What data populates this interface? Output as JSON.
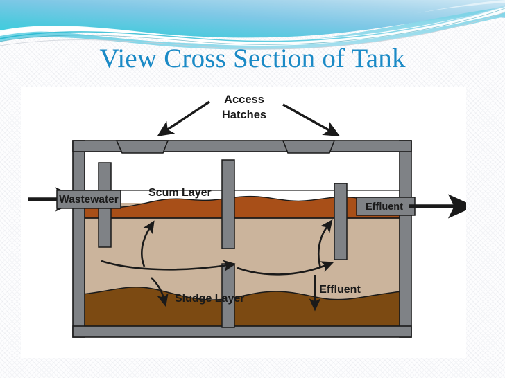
{
  "slide": {
    "title": "View Cross Section of Tank",
    "title_color": "#1b8ac6",
    "background_color": "#fdfdfe",
    "header": {
      "wave_colors": {
        "cyan": "#2ec6d8",
        "sky": "#8fd2e8",
        "pale_blue": "#b8dff0",
        "teal_line": "#1a8ba0",
        "white": "#ffffff"
      }
    }
  },
  "diagram": {
    "name": "septic-tank-cross-section",
    "background_color": "#ffffff",
    "colors": {
      "tank_wall": "#7f8286",
      "wall_outline": "#1a1a1a",
      "baffle": "#7f8286",
      "scum_layer": "#a84f18",
      "liquid_layer": "#cbb49c",
      "sludge_layer": "#7c4a12",
      "arrow": "#1a1a1a",
      "label_box": "#7f8286",
      "label_text": "#ffffff"
    },
    "labels": [
      {
        "id": "access-hatches",
        "text_lines": [
          "Access",
          "Hatches"
        ],
        "style": "plain"
      },
      {
        "id": "wastewater",
        "text": "Wastewater",
        "style": "boxed"
      },
      {
        "id": "scum-layer",
        "text": "Scum Layer",
        "style": "plain"
      },
      {
        "id": "effluent-outlet",
        "text": "Effluent",
        "style": "boxed"
      },
      {
        "id": "sludge-layer",
        "text": "Sludge Layer",
        "style": "plain"
      },
      {
        "id": "effluent-flow",
        "text": "Effluent",
        "style": "plain"
      }
    ],
    "layers": [
      {
        "name": "Scum Layer",
        "color": "#a84f18",
        "position": "top"
      },
      {
        "name": "Liquid",
        "color": "#cbb49c",
        "position": "middle"
      },
      {
        "name": "Sludge Layer",
        "color": "#7c4a12",
        "position": "bottom"
      }
    ],
    "flows": [
      {
        "id": "inlet-arrow",
        "direction": "right",
        "label": "Wastewater"
      },
      {
        "id": "outlet-arrow",
        "direction": "right",
        "label": "Effluent"
      },
      {
        "id": "hatch-arrow-left",
        "direction": "down-left"
      },
      {
        "id": "hatch-arrow-right",
        "direction": "down-right"
      },
      {
        "id": "chamber1-rise-arrow",
        "direction": "up"
      },
      {
        "id": "chamber1-cross-arrow",
        "direction": "right"
      },
      {
        "id": "chamber1-settle-arrow",
        "direction": "down"
      },
      {
        "id": "chamber2-rise-arrow",
        "direction": "up"
      },
      {
        "id": "chamber2-settle-arrow",
        "direction": "down"
      }
    ]
  }
}
